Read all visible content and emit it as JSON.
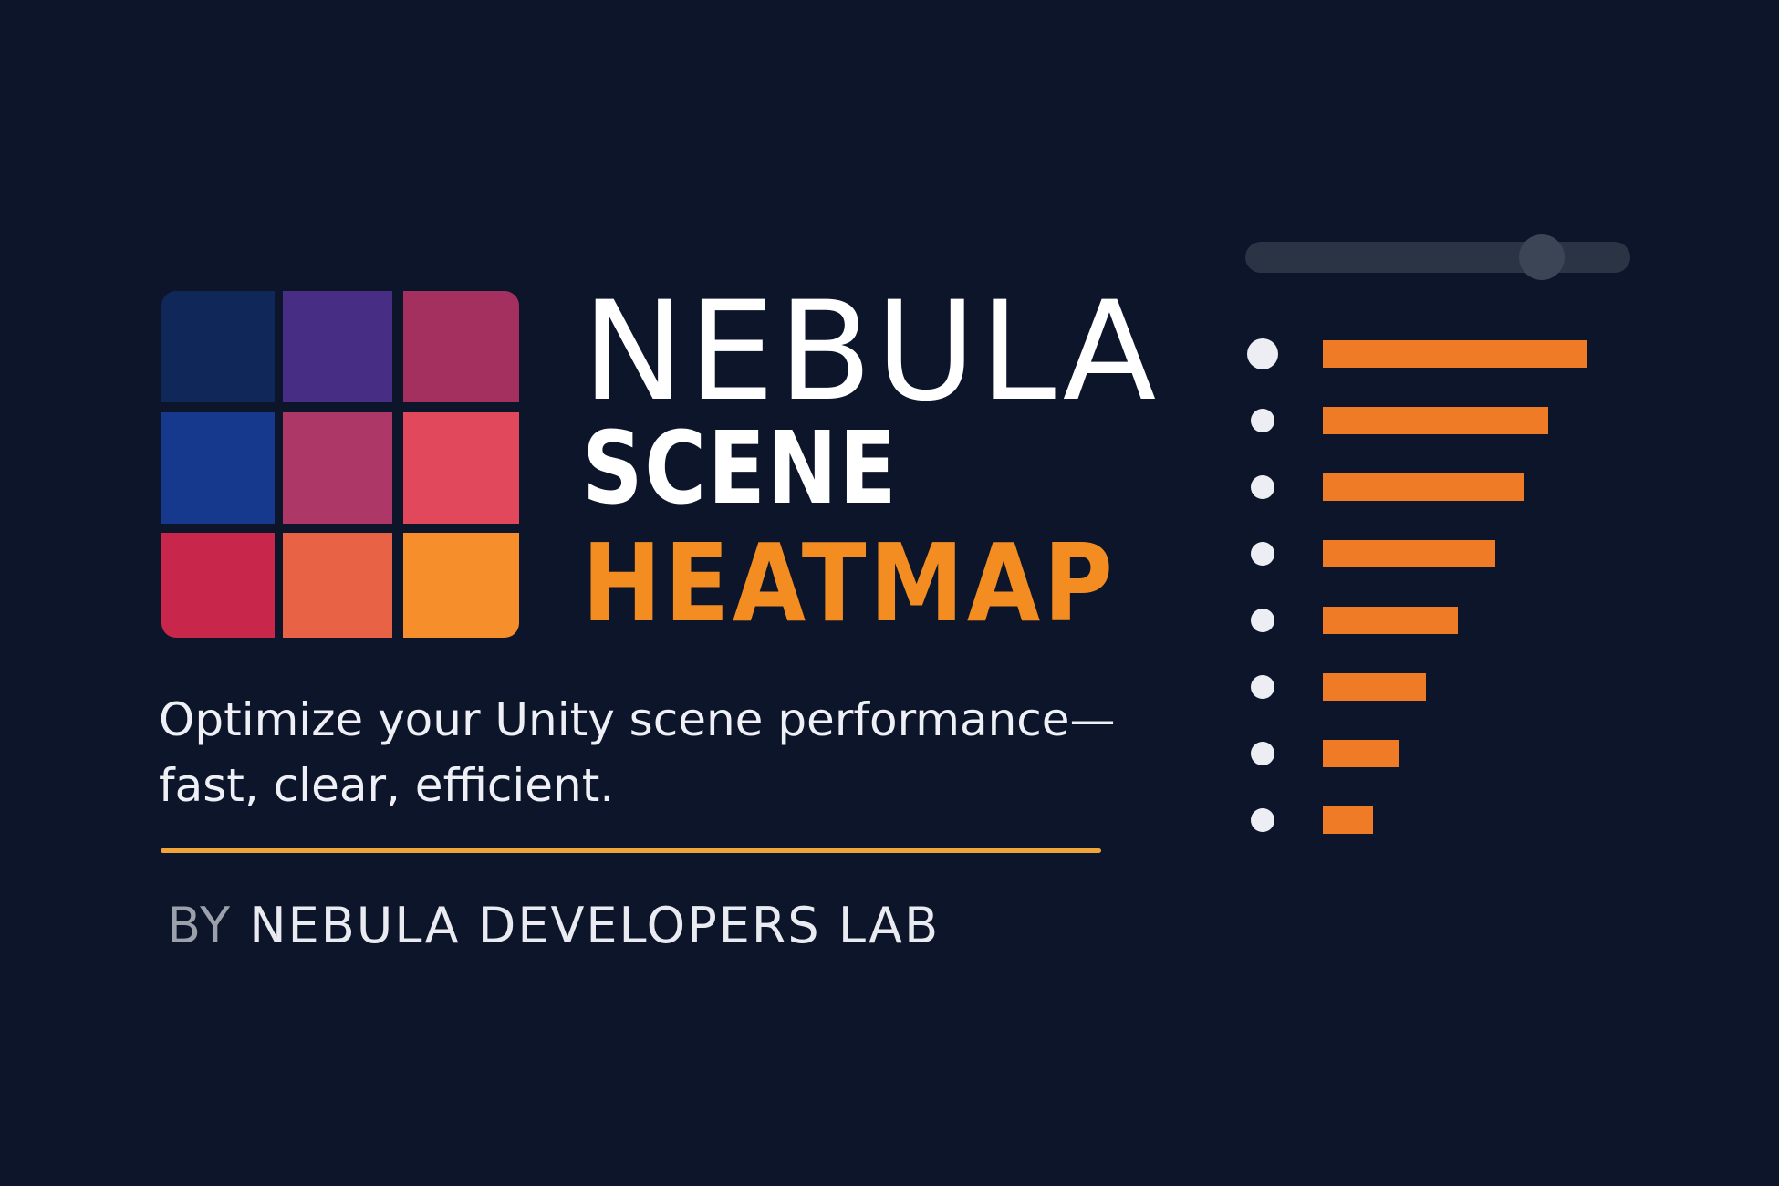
{
  "title": {
    "line1": "NEBULA",
    "line2": "SCENE",
    "line3": "HEATMAP"
  },
  "tagline": {
    "line1": "Optimize your Unity scene performance—",
    "line2": "fast, clear, efficient."
  },
  "byline": {
    "prefix": "BY",
    "name": "NEBULA DEVELOPERS LAB"
  },
  "logo": {
    "icon": "heatmap-grid-logo-icon",
    "cells": [
      [
        "#10275a",
        "#472d83",
        "#a3305f"
      ],
      [
        "#16388d",
        "#ad3766",
        "#e2485c"
      ],
      [
        "#c8274b",
        "#e86245",
        "#f68e2b"
      ]
    ]
  },
  "slider": {
    "value": 0.77
  },
  "bar_list": {
    "bar_color": "#f07b26",
    "dot_color": "#eceef3",
    "values": [
      1.0,
      0.85,
      0.76,
      0.65,
      0.51,
      0.39,
      0.29,
      0.19
    ]
  },
  "colors": {
    "background": "#0c152a",
    "accent": "#f38d22",
    "divider": "#f0a43a",
    "byline_prefix": "#9ba0ab"
  }
}
